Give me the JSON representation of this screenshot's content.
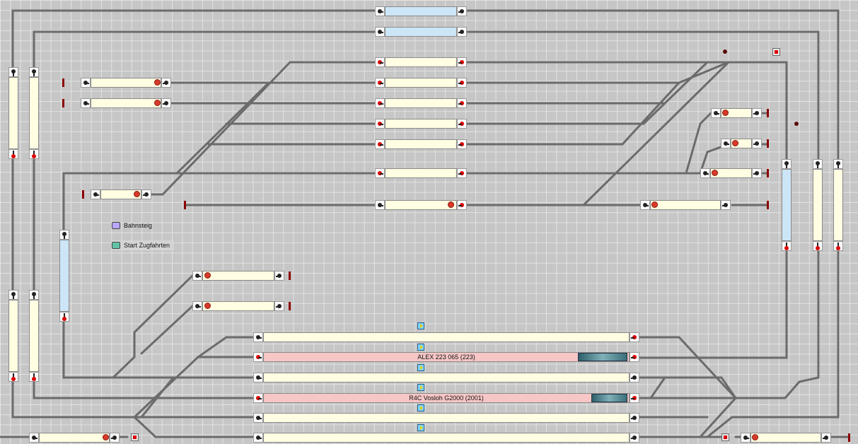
{
  "colors": {
    "track": "#6b6b6b",
    "block": "#fffde2",
    "block_blue": "#cde6f7",
    "block_occupied": "#f7c6c6",
    "signal_red": "#dd0000",
    "buffer": "#8b0000"
  },
  "legend": {
    "platform_label": "Bahnsteig",
    "platform_icon": "platform-icon",
    "start_label": "Start Zugfahrten",
    "start_icon": "start-trains-icon"
  },
  "trains": {
    "train1": "ALEX 223 065 (223)",
    "train2": "R4C Vosloh G2000 (2001)"
  },
  "icons": {
    "signal": "signal-icon",
    "blocked": "blocked-x-icon",
    "buffer_stop": "buffer-stop-icon",
    "route": "route-start-icon",
    "locomotive": "locomotive-icon"
  }
}
